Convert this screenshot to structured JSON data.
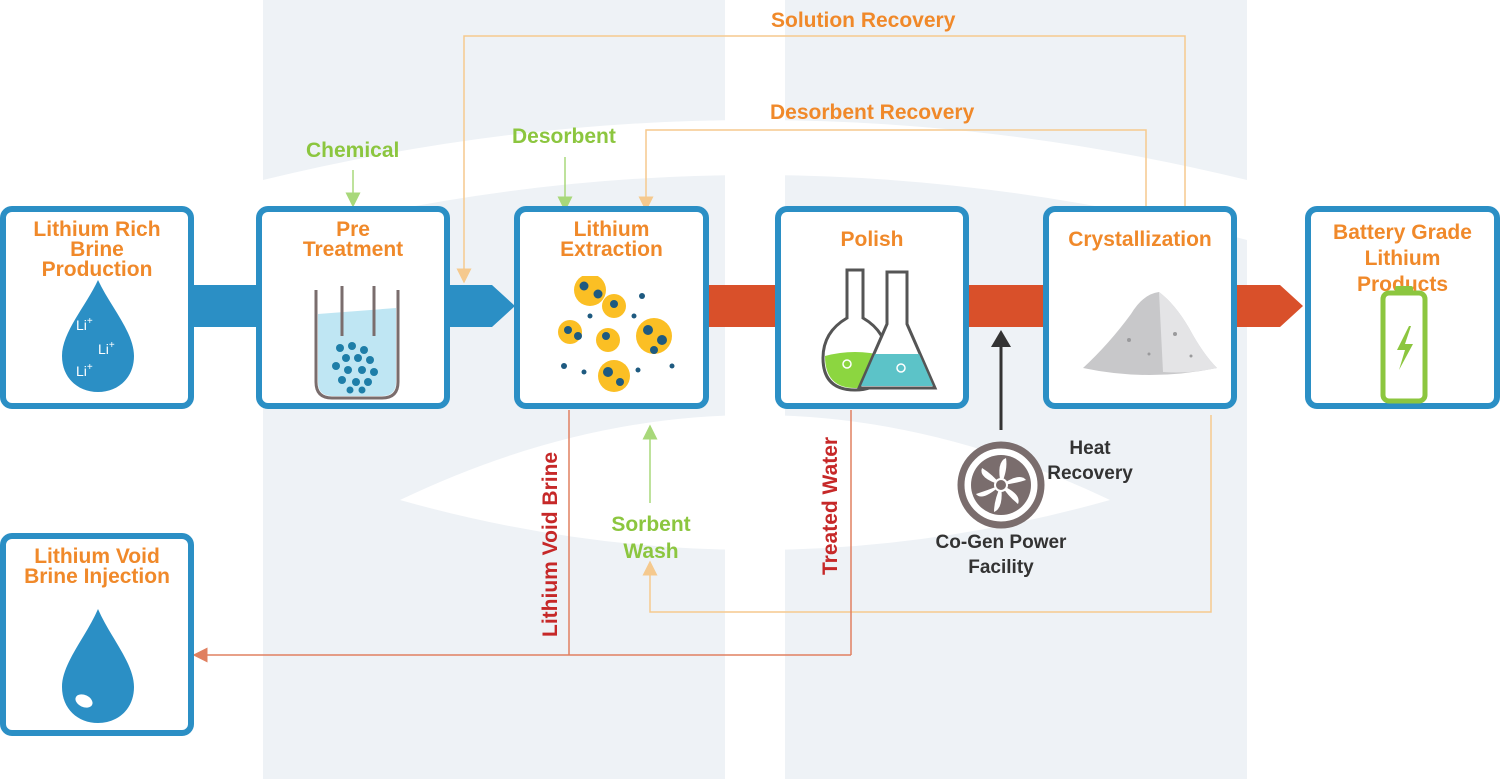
{
  "colors": {
    "box_border": "#2b8fc5",
    "title": "#f0892a",
    "input_green": "#8cc63f",
    "waste_red": "#c62828",
    "flow_blue": "#2b8fc5",
    "flow_orange": "#d9502a",
    "recovery_line": "#f5c98e"
  },
  "stages": {
    "brine_production": "Lithium Rich Brine Production",
    "pre_treatment": "Pre Treatment",
    "extraction": "Lithium Extraction",
    "polish": "Polish",
    "crystallization": "Crystallization",
    "products": "Battery Grade Lithium Products",
    "injection": "Lithium Void Brine Injection"
  },
  "labels": {
    "solution_recovery": "Solution Recovery",
    "desorbent_recovery": "Desorbent Recovery",
    "chemical": "Chemical",
    "desorbent": "Desorbent",
    "lithium_void_brine": "Lithium Void Brine",
    "treated_water": "Treated Water",
    "sorbent_wash": "Sorbent Wash",
    "heat_recovery": "Heat Recovery",
    "cogen": "Co-Gen Power Facility"
  },
  "icons": {
    "li_ion": "Li+",
    "brine_drop": "li-brine-drop-icon",
    "reactor": "reactor-tank-icon",
    "sorbent": "sorbent-beads-icon",
    "flasks": "lab-flasks-icon",
    "powder": "lithium-powder-pile-icon",
    "battery": "charging-battery-icon",
    "turbine": "turbine-fan-icon",
    "water_drop": "water-drop-icon"
  }
}
